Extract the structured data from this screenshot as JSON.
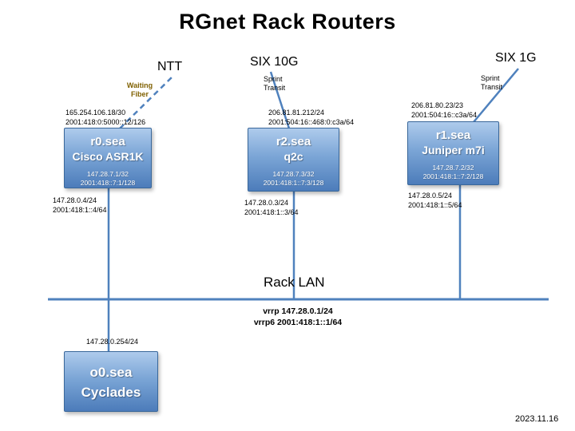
{
  "title": "RGnet Rack Routers",
  "date": "2023.11.16",
  "ntt": {
    "label": "NTT",
    "note": "Waiting\nFiber"
  },
  "six10g": {
    "label": "SIX 10G",
    "note": "Sprint\nTransit"
  },
  "six1g": {
    "label": "SIX 1G",
    "note": "Sprint\nTransit"
  },
  "r0": {
    "name": "r0.sea",
    "model": "Cisco ASR1K",
    "loopbacks": "147.28.7.1/32\n2001:418::7:1/128",
    "uplink_ips": "165.254.106.18/30\n2001:418:0:5000::12/126",
    "lan_ips": "147.28.0.4/24\n2001:418:1::4/64"
  },
  "r2": {
    "name": "r2.sea",
    "model": "q2c",
    "loopbacks": "147.28.7.3/32\n2001:418:1::7:3/128",
    "uplink_ips": "206.81.81.212/24\n2001:504:16::468:0:c3a/64",
    "lan_ips": "147.28.0.3/24\n2001:418:1::3/64"
  },
  "r1": {
    "name": "r1.sea",
    "model": "Juniper m7i",
    "loopbacks": "147.28.7.2/32\n2001:418:1::7:2/128",
    "uplink_ips": "206.81.80.23/23\n2001:504:16::c3a/64",
    "lan_ips": "147.28.0.5/24\n2001:418:1::5/64"
  },
  "rack_lan": {
    "label": "Rack LAN",
    "vrrp": "vrrp 147.28.0.1/24\nvrrp6 2001:418:1::1/64"
  },
  "o0": {
    "name": "o0.sea",
    "model": "Cyclades",
    "lan_ip": "147.28.0.254/24"
  }
}
